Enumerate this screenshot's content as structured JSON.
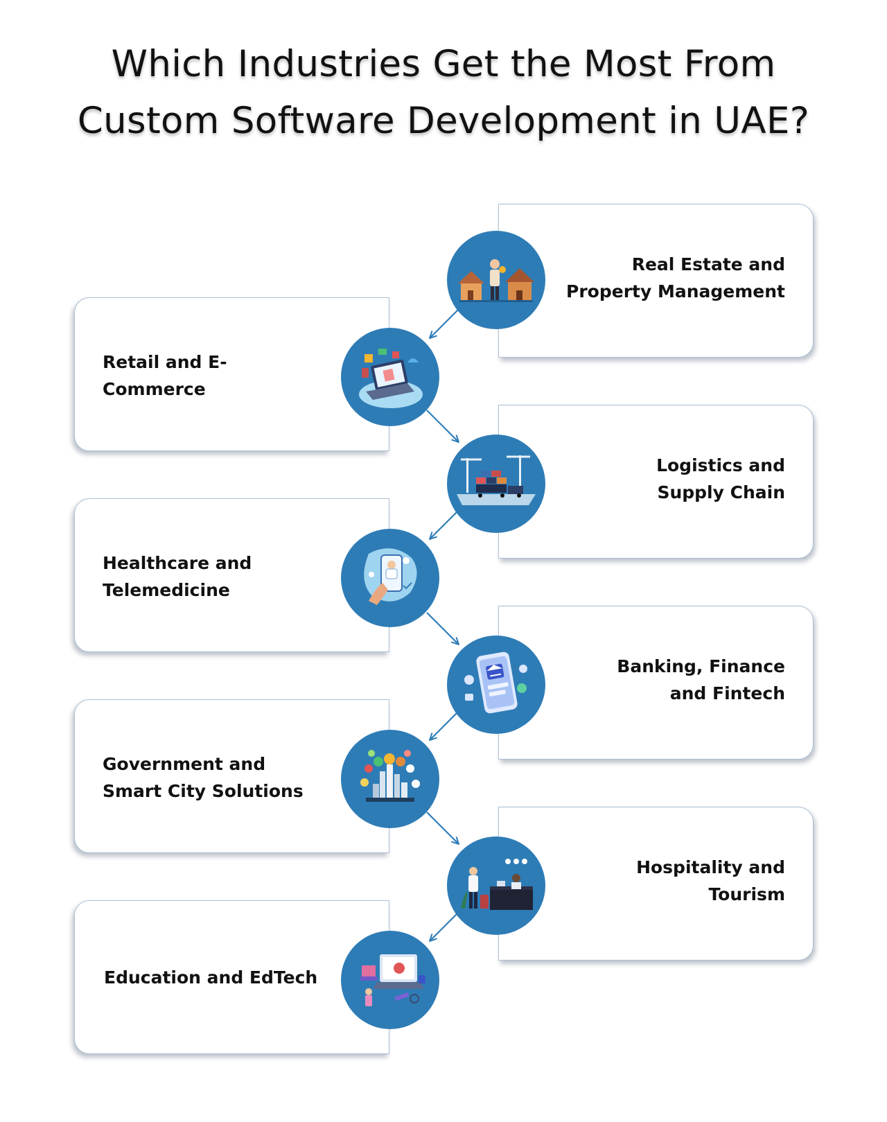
{
  "title": {
    "line1": "Which Industries Get the Most From",
    "line2": "Custom Software Development in UAE?"
  },
  "colors": {
    "accent": "#2e7cb6",
    "border": "#a9bfd4",
    "arrow": "#2e7cb6"
  },
  "industries": [
    {
      "line1": "Real Estate and",
      "line2": "Property Management",
      "icon": "real-estate-icon"
    },
    {
      "line1": "Retail and E-",
      "line2": "Commerce",
      "icon": "ecommerce-laptop-icon"
    },
    {
      "line1": "Logistics and",
      "line2": "Supply Chain",
      "icon": "logistics-port-icon"
    },
    {
      "line1": "Healthcare and",
      "line2": "Telemedicine",
      "icon": "telemedicine-phone-icon"
    },
    {
      "line1": "Banking, Finance",
      "line2": "and Fintech",
      "icon": "banking-app-icon"
    },
    {
      "line1": "Government and",
      "line2": "Smart City Solutions",
      "icon": "smart-city-icon"
    },
    {
      "line1": "Hospitality and",
      "line2": "Tourism",
      "icon": "hotel-reception-icon"
    },
    {
      "line1": "Education and EdTech",
      "line2": "",
      "icon": "edtech-laptop-icon"
    }
  ]
}
